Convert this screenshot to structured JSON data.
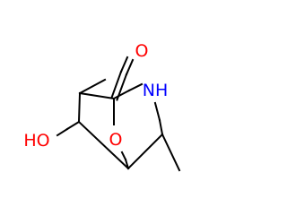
{
  "molecule": {
    "atom_labels": {
      "carbonyl_oxygen": "O",
      "ring_oxygen": "O",
      "nitrogen_h": "NH",
      "hydroxyl": "HO"
    },
    "colors": {
      "oxygen": "#ff0000",
      "nitrogen": "#0000ff",
      "carbon": "#000000",
      "background": "#ffffff"
    }
  }
}
